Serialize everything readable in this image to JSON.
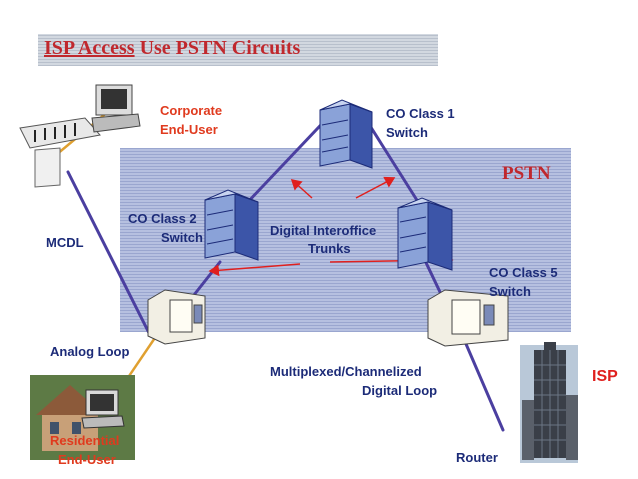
{
  "title": {
    "underlined": "ISP Access",
    "rest": " Use PSTN Circuits"
  },
  "pstn_label": "PSTN",
  "labels": {
    "corporate_line1": "Corporate",
    "corporate_line2": "End-User",
    "co1_line1": "CO Class 1",
    "co1_line2": "Switch",
    "co2_line1": "CO Class 2",
    "co2_line2": "Switch",
    "co5_line1": "CO Class 5",
    "co5_line2": "Switch",
    "digital_line1": "Digital Interoffice",
    "digital_line2": "Trunks",
    "mcdl": "MCDL",
    "analog_loop": "Analog Loop",
    "mux_line1": "Multiplexed/Channelized",
    "mux_line2": "Digital Loop",
    "residential_line1": "Residential",
    "residential_line2": "End-User",
    "router": "Router",
    "isp": "ISP"
  },
  "colors": {
    "title": "#c0282d",
    "link_line": "#4b3fa0",
    "arrow": "#e0201e",
    "label_text": "#1c2b78",
    "analog_line": "#e0a030"
  }
}
